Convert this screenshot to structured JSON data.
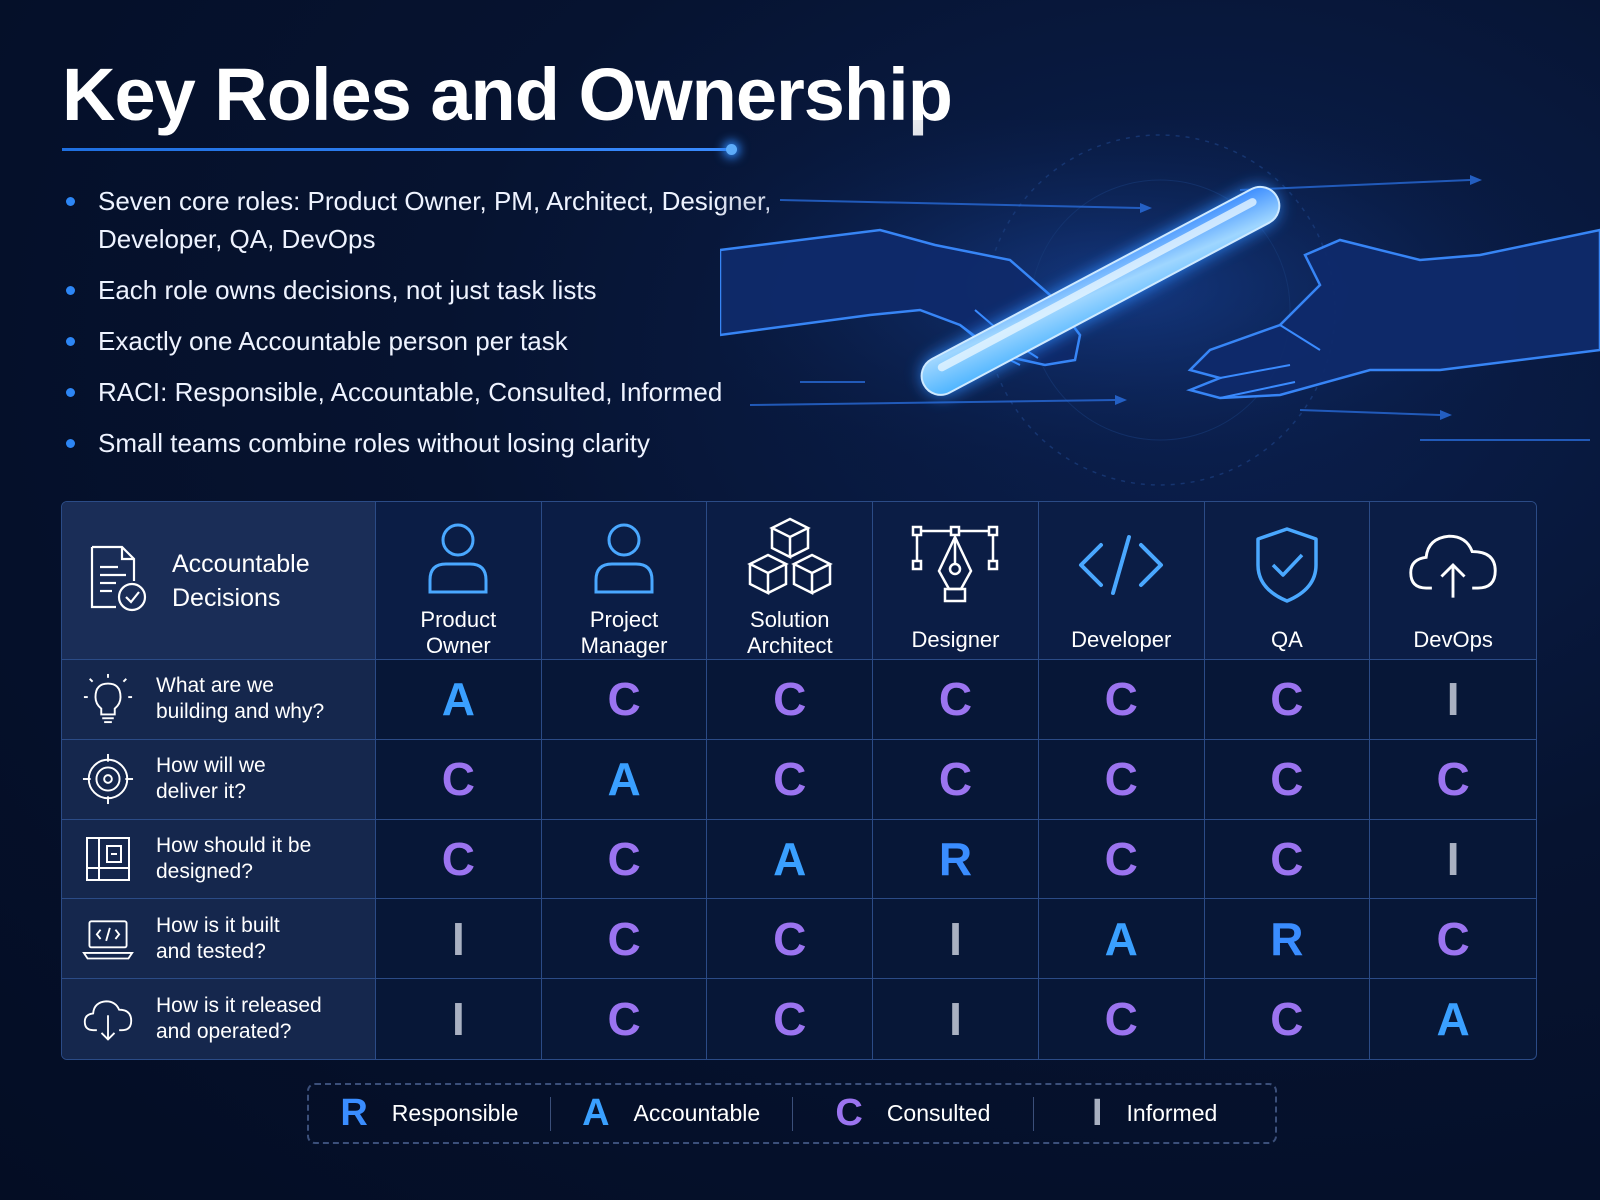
{
  "title": "Key Roles and Ownership",
  "bullets": [
    "Seven core roles: Product Owner, PM, Architect, Designer, Developer, QA, DevOps",
    "Each role owns decisions, not just task lists",
    "Exactly one Accountable person per task",
    "RACI: Responsible, Accountable, Consulted, Informed",
    "Small teams combine roles without losing clarity"
  ],
  "matrix": {
    "corner_label": "Accountable Decisions",
    "corner_icon": "document-check-icon",
    "roles": [
      {
        "line1": "Product",
        "line2": "Owner",
        "icon": "person-icon"
      },
      {
        "line1": "Project",
        "line2": "Manager",
        "icon": "person-icon"
      },
      {
        "line1": "Solution",
        "line2": "Architect",
        "icon": "cubes-icon"
      },
      {
        "line1": "Designer",
        "line2": "",
        "icon": "pen-tool-icon"
      },
      {
        "line1": "Developer",
        "line2": "",
        "icon": "code-icon"
      },
      {
        "line1": "QA",
        "line2": "",
        "icon": "shield-check-icon"
      },
      {
        "line1": "DevOps",
        "line2": "",
        "icon": "cloud-upload-icon"
      }
    ],
    "rows": [
      {
        "line1": "What are we",
        "line2": "building and why?",
        "icon": "lightbulb-icon",
        "values": [
          "A",
          "C",
          "C",
          "C",
          "C",
          "C",
          "I"
        ]
      },
      {
        "line1": "How will we",
        "line2": "deliver it?",
        "icon": "target-icon",
        "values": [
          "C",
          "A",
          "C",
          "C",
          "C",
          "C",
          "C"
        ]
      },
      {
        "line1": "How should it be",
        "line2": "designed?",
        "icon": "blueprint-icon",
        "values": [
          "C",
          "C",
          "A",
          "R",
          "C",
          "C",
          "I"
        ]
      },
      {
        "line1": "How is it built",
        "line2": "and tested?",
        "icon": "laptop-code-icon",
        "values": [
          "I",
          "C",
          "C",
          "I",
          "A",
          "R",
          "C"
        ]
      },
      {
        "line1": "How is it released",
        "line2": "and operated?",
        "icon": "cloud-download-icon",
        "values": [
          "I",
          "C",
          "C",
          "I",
          "C",
          "C",
          "A"
        ]
      }
    ]
  },
  "legend": [
    {
      "letter": "R",
      "label": "Responsible"
    },
    {
      "letter": "A",
      "label": "Accountable"
    },
    {
      "letter": "C",
      "label": "Consulted"
    },
    {
      "letter": "I",
      "label": "Informed"
    }
  ],
  "colors": {
    "background": "#061330",
    "accent": "#2d86f5",
    "accountable": "#3aa0ff",
    "responsible": "#3a8dff",
    "consulted": "#9b74f0",
    "informed": "#a9b1c2"
  },
  "hero_image": "baton-handoff-hands"
}
